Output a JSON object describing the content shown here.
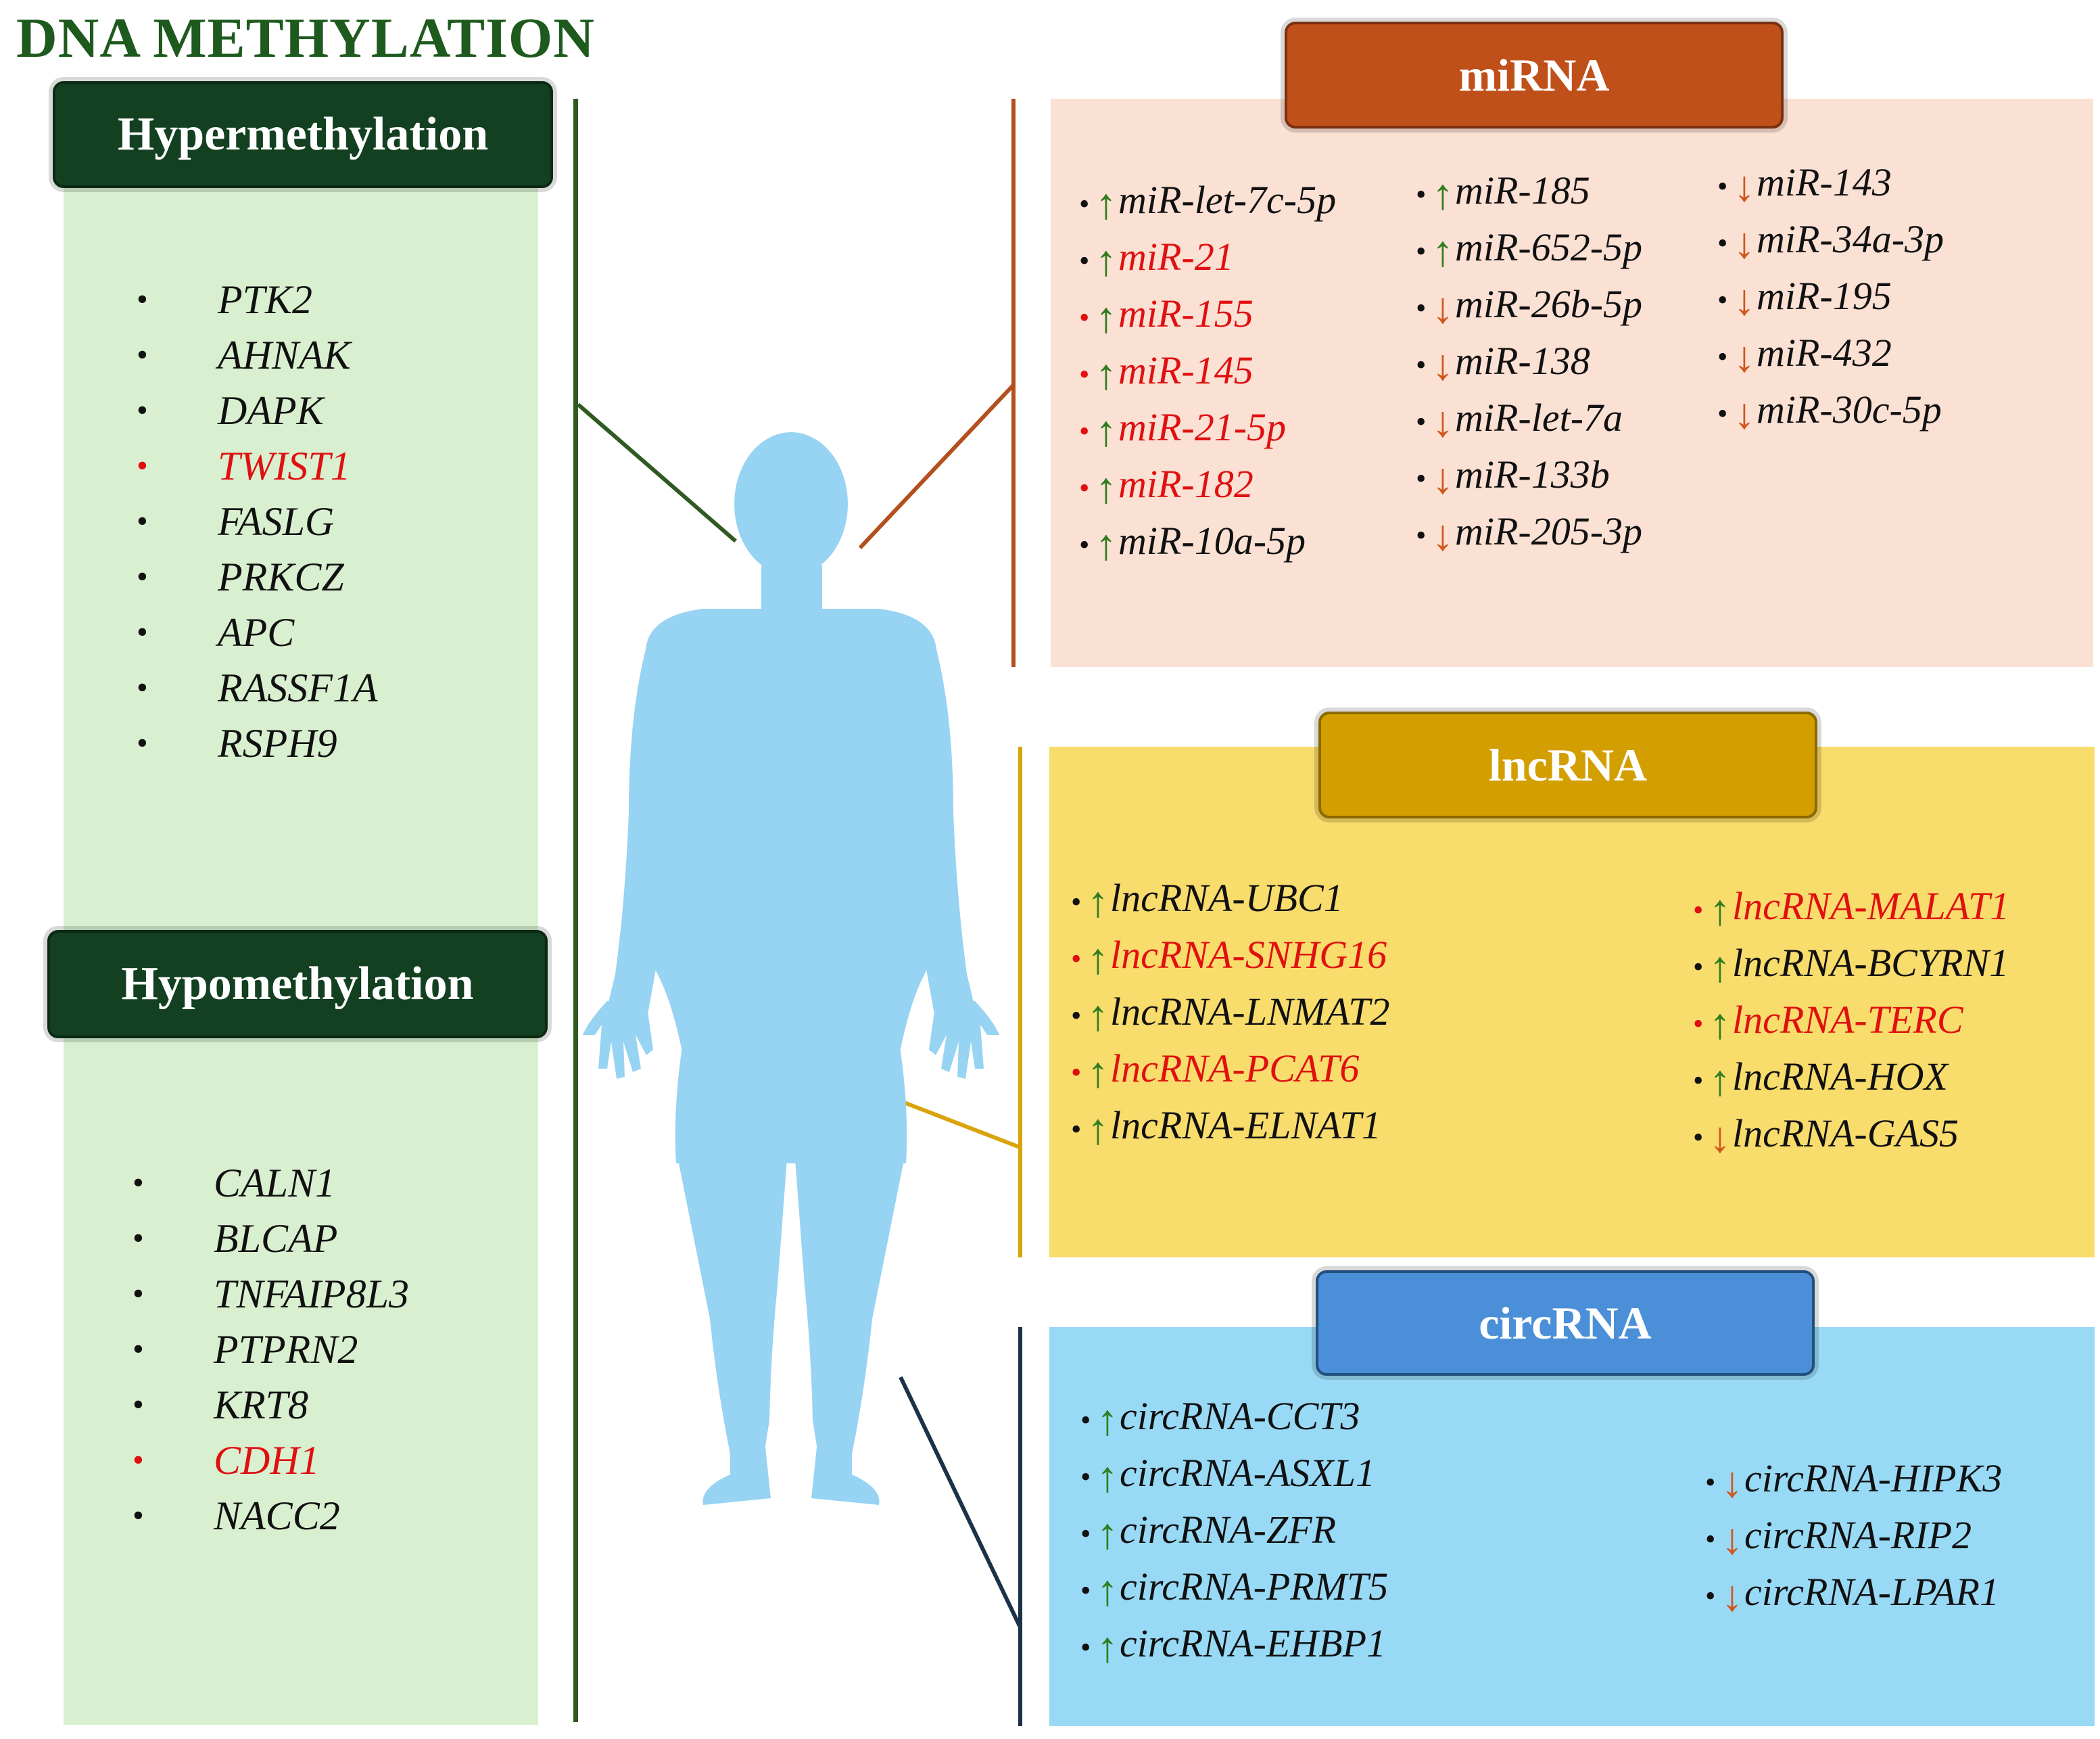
{
  "title": "DNA METHYLATION",
  "dna": {
    "hyper": {
      "label": "Hypermethylation",
      "genes": [
        {
          "name": "PTK2",
          "highlight": false
        },
        {
          "name": "AHNAK",
          "highlight": false
        },
        {
          "name": "DAPK",
          "highlight": false
        },
        {
          "name": "TWIST1",
          "highlight": true
        },
        {
          "name": "FASLG",
          "highlight": false
        },
        {
          "name": "PRKCZ",
          "highlight": false
        },
        {
          "name": "APC",
          "highlight": false
        },
        {
          "name": "RASSF1A",
          "highlight": false
        },
        {
          "name": "RSPH9",
          "highlight": false
        }
      ]
    },
    "hypo": {
      "label": "Hypomethylation",
      "genes": [
        {
          "name": "CALN1",
          "highlight": false
        },
        {
          "name": "BLCAP",
          "highlight": false
        },
        {
          "name": "TNFAIP8L3",
          "highlight": false
        },
        {
          "name": "PTPRN2",
          "highlight": false
        },
        {
          "name": "KRT8",
          "highlight": false
        },
        {
          "name": "CDH1",
          "highlight": true
        },
        {
          "name": "NACC2",
          "highlight": false
        }
      ]
    }
  },
  "mirna": {
    "label": "miRNA",
    "columns": [
      [
        {
          "name": "miR-let-7c-5p",
          "dir": "up",
          "highlight": false
        },
        {
          "name": "miR-21",
          "dir": "up",
          "highlight": true,
          "bullet_black": true
        },
        {
          "name": "miR-155",
          "dir": "up",
          "highlight": true
        },
        {
          "name": "miR-145",
          "dir": "up",
          "highlight": true
        },
        {
          "name": "miR-21-5p",
          "dir": "up",
          "highlight": true
        },
        {
          "name": "miR-182",
          "dir": "up",
          "highlight": true
        },
        {
          "name": "miR-10a-5p",
          "dir": "up",
          "highlight": false
        }
      ],
      [
        {
          "name": "miR-185",
          "dir": "up",
          "highlight": false
        },
        {
          "name": "miR-652-5p",
          "dir": "up",
          "highlight": false
        },
        {
          "name": "miR-26b-5p",
          "dir": "down",
          "highlight": false
        },
        {
          "name": "miR-138",
          "dir": "down",
          "highlight": false
        },
        {
          "name": "miR-let-7a",
          "dir": "down",
          "highlight": false
        },
        {
          "name": "miR-133b",
          "dir": "down",
          "highlight": false
        },
        {
          "name": "miR-205-3p",
          "dir": "down",
          "highlight": false
        }
      ],
      [
        {
          "name": "miR-143",
          "dir": "down",
          "highlight": false
        },
        {
          "name": "miR-34a-3p",
          "dir": "down",
          "highlight": false
        },
        {
          "name": "miR-195",
          "dir": "down",
          "highlight": false
        },
        {
          "name": "miR-432",
          "dir": "down",
          "highlight": false
        },
        {
          "name": "miR-30c-5p",
          "dir": "down",
          "highlight": false
        }
      ]
    ]
  },
  "lncrna": {
    "label": "lncRNA",
    "columns": [
      [
        {
          "name": "lncRNA-UBC1",
          "dir": "up",
          "highlight": false
        },
        {
          "name": "lncRNA-SNHG16",
          "dir": "up",
          "highlight": true
        },
        {
          "name": "lncRNA-LNMAT2",
          "dir": "up",
          "highlight": false
        },
        {
          "name": "lncRNA-PCAT6",
          "dir": "up",
          "highlight": true
        },
        {
          "name": "lncRNA-ELNAT1",
          "dir": "up",
          "highlight": false
        }
      ],
      [
        {
          "name": "lncRNA-MALAT1",
          "dir": "up",
          "highlight": true
        },
        {
          "name": "lncRNA-BCYRN1",
          "dir": "up",
          "highlight": false
        },
        {
          "name": "lncRNA-TERC",
          "dir": "up",
          "highlight": true
        },
        {
          "name": "lncRNA-HOX",
          "dir": "up",
          "highlight": false
        },
        {
          "name": "lncRNA-GAS5",
          "dir": "down",
          "highlight": false
        }
      ]
    ]
  },
  "circrna": {
    "label": "circRNA",
    "columns": [
      [
        {
          "name": "circRNA-CCT3",
          "dir": "up",
          "highlight": false
        },
        {
          "name": "circRNA-ASXL1",
          "dir": "up",
          "highlight": false
        },
        {
          "name": "circRNA-ZFR",
          "dir": "up",
          "highlight": false
        },
        {
          "name": "circRNA-PRMT5",
          "dir": "up",
          "highlight": false
        },
        {
          "name": "circRNA-EHBP1",
          "dir": "up",
          "highlight": false
        }
      ],
      [
        {
          "name": "circRNA-HIPK3",
          "dir": "down",
          "highlight": false
        },
        {
          "name": "circRNA-RIP2",
          "dir": "down",
          "highlight": false
        },
        {
          "name": "circRNA-LPAR1",
          "dir": "down",
          "highlight": false
        }
      ]
    ]
  },
  "colors": {
    "up_arrow": "#2e7d1e",
    "down_arrow": "#d0561a",
    "highlight": "#e01010",
    "dna_panel": "#d9f0d0",
    "mirna_panel": "#fbe0d4",
    "lncrna_panel": "#f8dc6c",
    "circrna_panel": "#98daf6",
    "body": "#97d3f2"
  }
}
